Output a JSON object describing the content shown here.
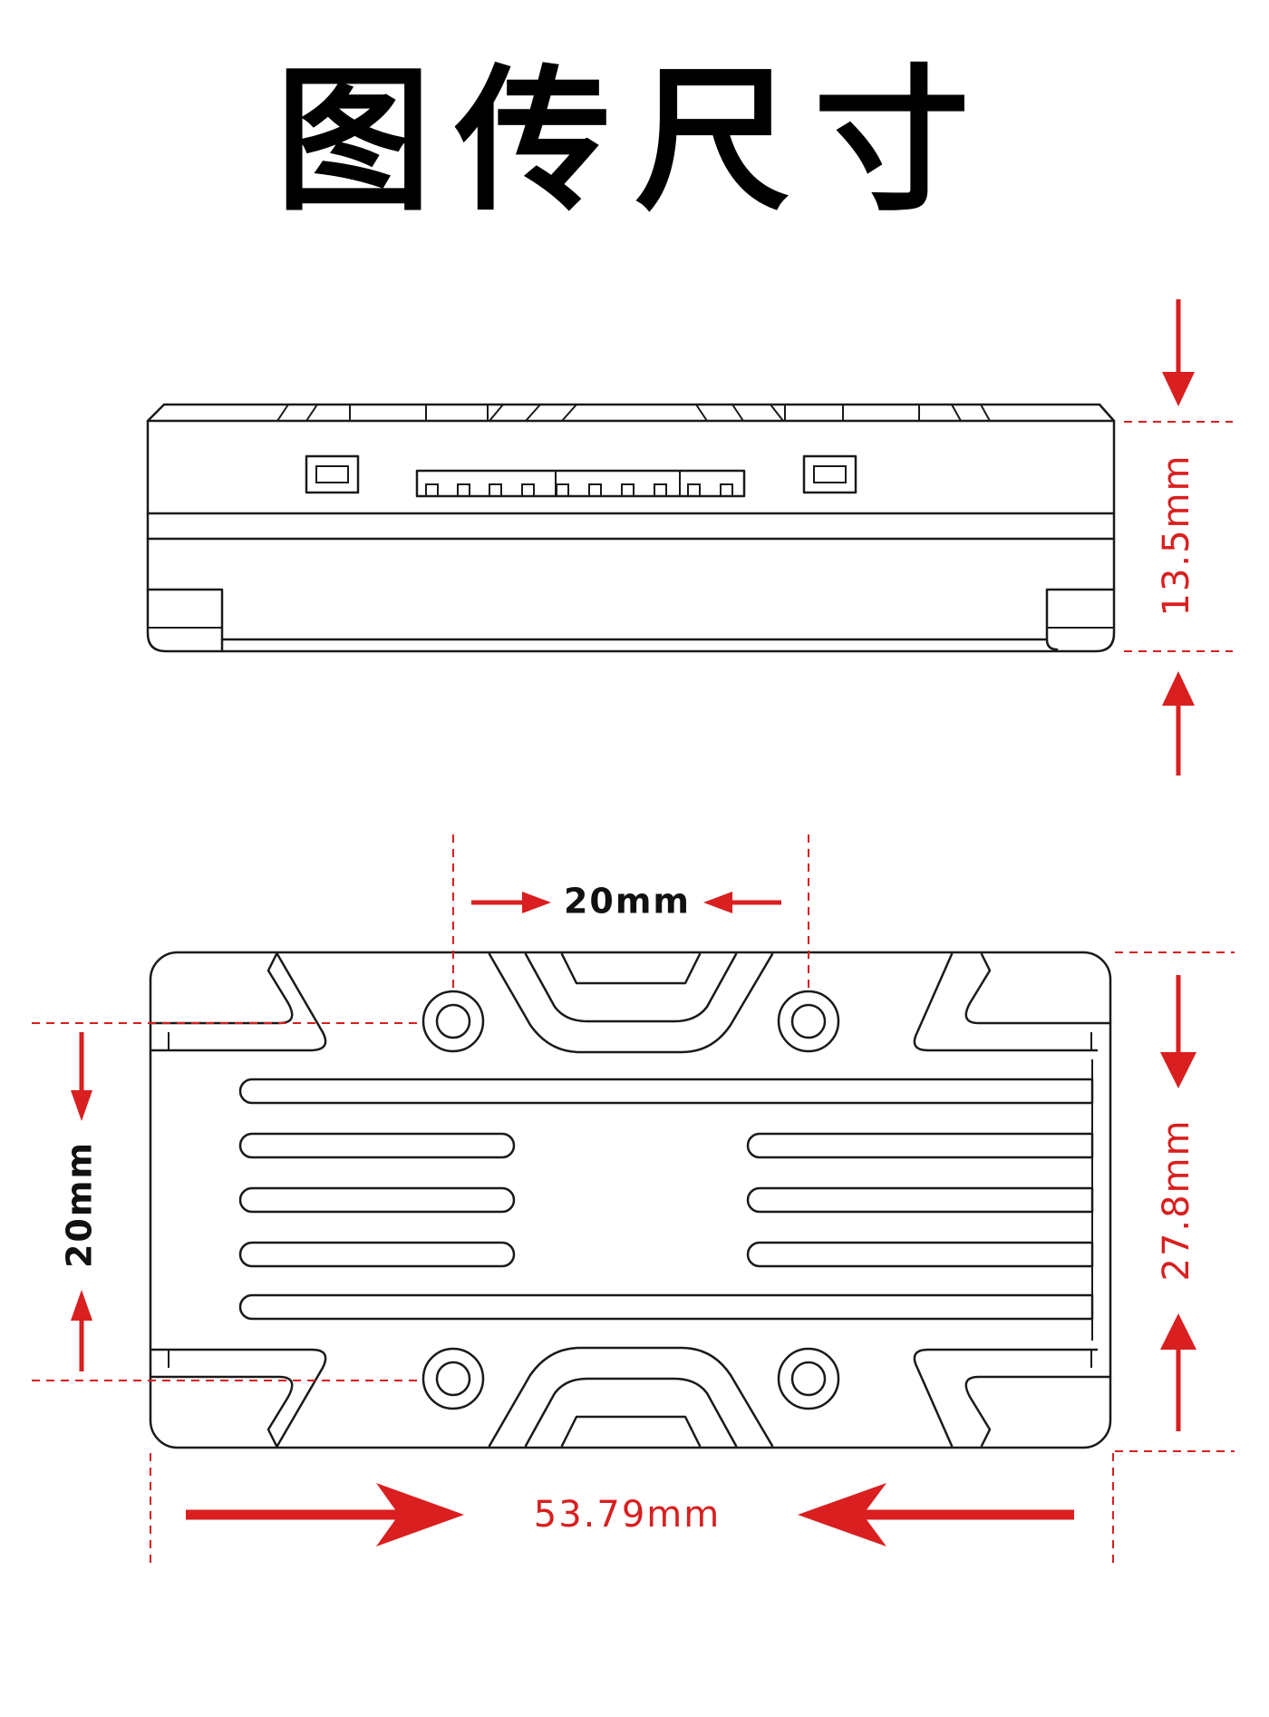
{
  "title": "图传尺寸",
  "views": {
    "side_view": {
      "name": "side-view",
      "dimensions": {
        "height": "13.5mm"
      }
    },
    "top_view": {
      "name": "top-view",
      "dimensions": {
        "hole_spacing_horizontal": "20mm",
        "hole_spacing_vertical": "20mm",
        "width": "27.8mm",
        "length": "53.79mm"
      }
    }
  },
  "colors": {
    "dimension": "#d91f1f",
    "outline": "#1a1a1a"
  }
}
